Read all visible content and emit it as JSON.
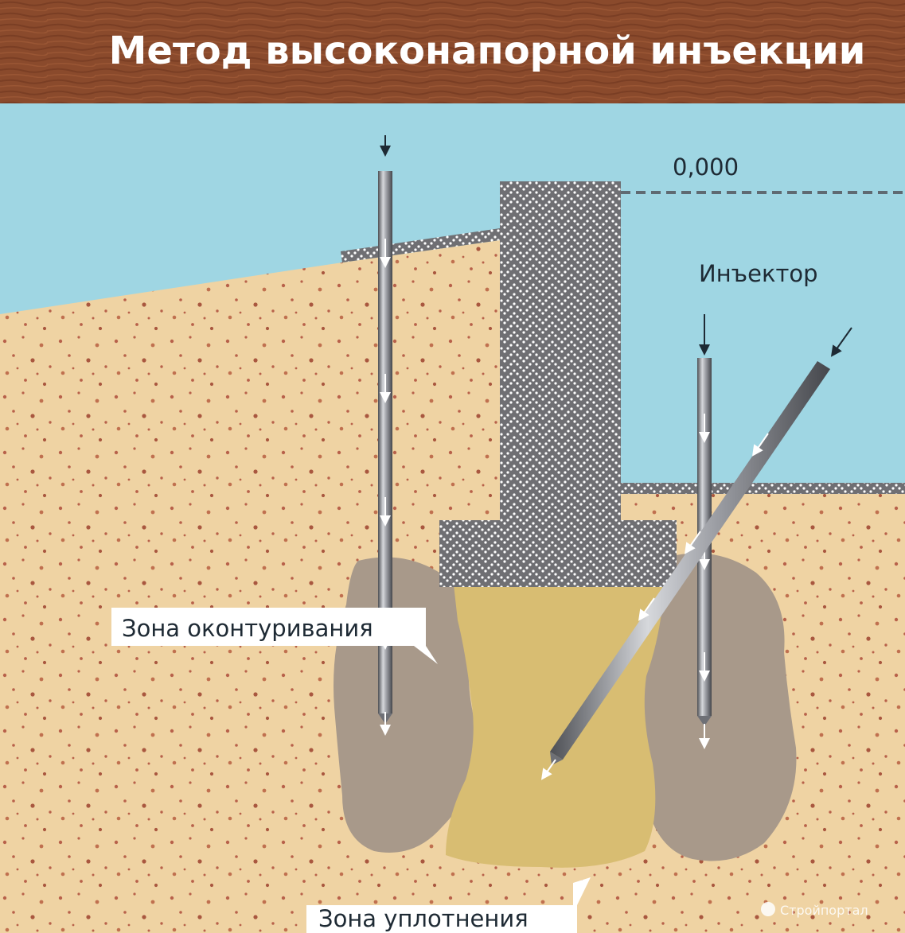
{
  "title": "Метод высоконапорной инъекции",
  "labels": {
    "level": "0,000",
    "injector": "Инъектор",
    "contour_zone": "Зона оконтуривания",
    "compaction_zone": "Зона уплотнения"
  },
  "watermark": "Стройпортал",
  "colors": {
    "title_band": "#8a4a2c",
    "sky": "#9fd6e3",
    "soil": "#efd3a3",
    "soil_dots": "#b8614a",
    "foundation": "#6f6f73",
    "contour_zone": "#a8998a",
    "compaction_zone": "#d8bd72"
  }
}
